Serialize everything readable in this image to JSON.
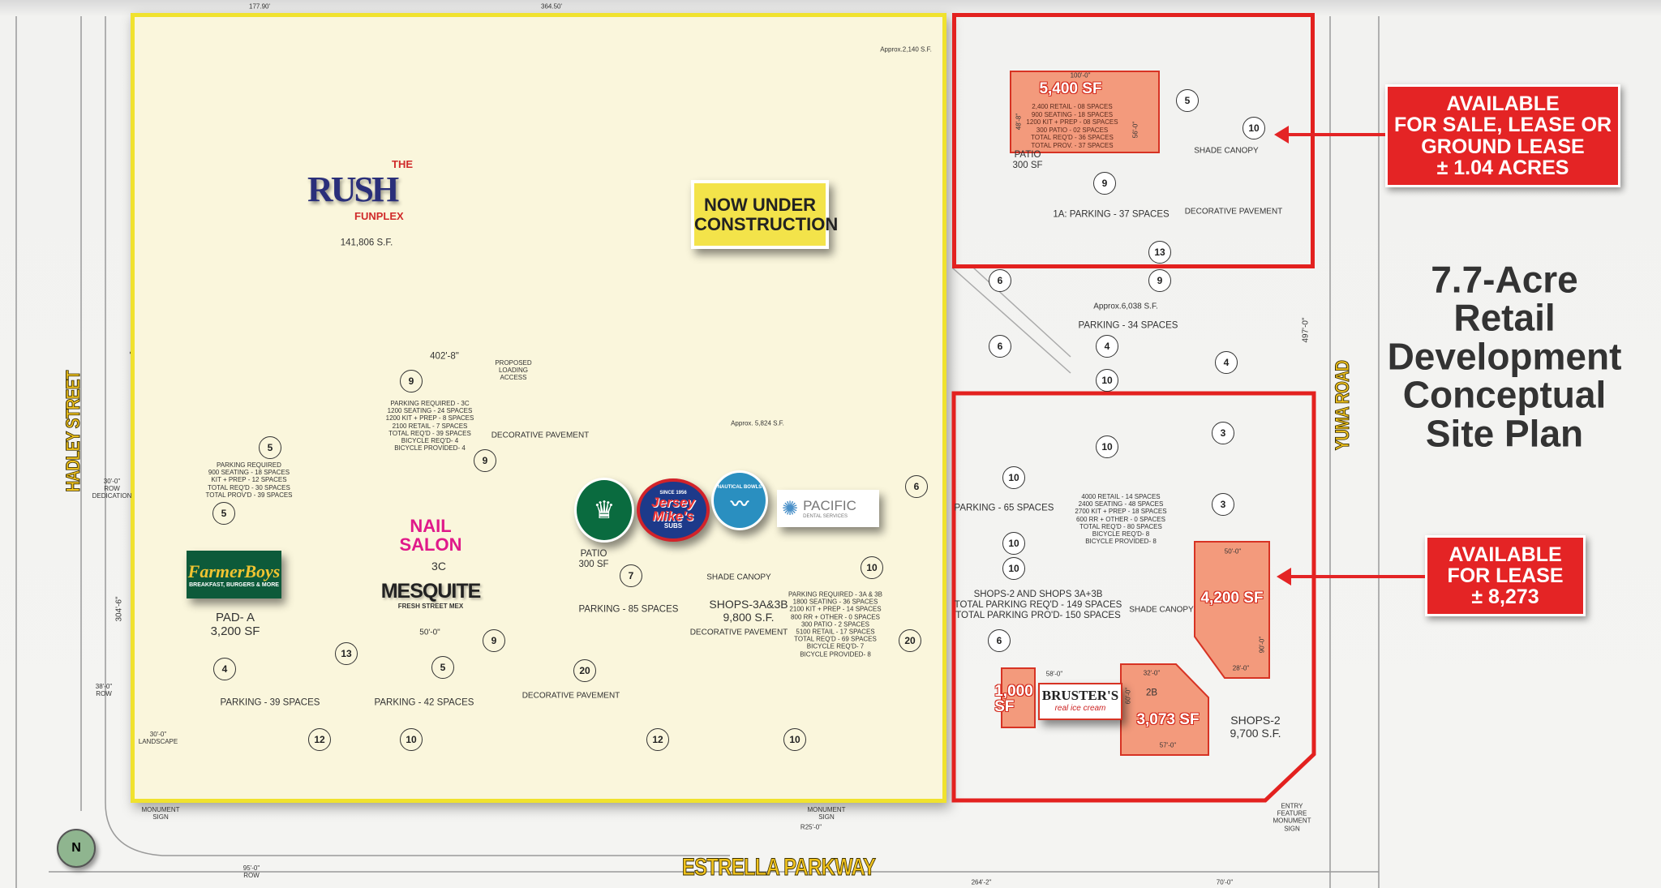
{
  "roads": {
    "hadley": "HADLEY STREET",
    "yuma": "YUMA ROAD",
    "estrella": "ESTRELLA PARKWAY"
  },
  "title": {
    "lines": [
      "7.7-Acre",
      "Retail",
      "Development",
      "Conceptual",
      "Site Plan"
    ]
  },
  "callouts": [
    {
      "lines": [
        "AVAILABLE",
        "FOR SALE, LEASE OR",
        "GROUND LEASE",
        "± 1.04 ACRES"
      ]
    },
    {
      "lines": [
        "AVAILABLE",
        "FOR LEASE",
        "± 8,273"
      ]
    }
  ],
  "banner": {
    "lines": [
      "NOW UNDER",
      "CONSTRUCTION"
    ]
  },
  "colors": {
    "zone_under_construction": "#f0e22e",
    "zone_available": "#e3211f",
    "available_parcel": "#f39a7c",
    "callout": "#e42425"
  },
  "tenants": {
    "rush": {
      "the": "THE",
      "name": "RUSH",
      "sub": "FUNPLEX",
      "area": "141,806 S.F."
    },
    "starbucks": {
      "icon": "starbucks-siren-logo"
    },
    "jersey_mikes": {
      "since": "SINCE 1956",
      "line1": "Jersey",
      "line2": "Mike's",
      "sub": "SUBS"
    },
    "nautical_bowls": {
      "name": "NAUTICAL BOWLS"
    },
    "pacific": {
      "name": "PACIFIC",
      "sub": "DENTAL SERVICES"
    },
    "farmer_boys": {
      "name": "FarmerBoys",
      "sub": "BREAKFAST, BURGERS & MORE"
    },
    "nail_salon": {
      "line1": "NAIL",
      "line2": "SALON"
    },
    "mesquite": {
      "name": "MESQUITE",
      "sub": "FRESH STREET MEX"
    },
    "brusters": {
      "name": "BRUSTER'S",
      "sub": "real ice cream"
    }
  },
  "parcels": {
    "p5400": {
      "area": "5,400 SF",
      "width": "100'-0\"",
      "depth": "56'-0\"",
      "depth2": "48'-8\"",
      "notes": [
        "2,400 RETAIL - 08 SPACES",
        "900 SEATING - 18 SPACES",
        "1200 KIT + PREP - 08 SPACES",
        "300 PATIO - 02 SPACES",
        "TOTAL REQ'D - 36 SPACES",
        "TOTAL PROV. - 37 SPACES"
      ]
    },
    "p4200": {
      "area": "4,200 SF",
      "top": "50'-0\"",
      "side": "90'-0\"",
      "bottom": "28'-0\""
    },
    "p1000": {
      "area_l1": "1,000",
      "area_l2": "SF",
      "dim": "58'-0\""
    },
    "p3073": {
      "area": "3,073 SF",
      "name": "2B",
      "top": "32'-0\"",
      "side": "60'-0\"",
      "bottom": "57'-0\""
    }
  },
  "labels": {
    "pad_a": [
      "PAD- A",
      "3,200 SF"
    ],
    "c3": "3C",
    "c3_dim": "50'-0\"",
    "shops3": [
      "SHOPS-3A&3B",
      "9,800 S.F."
    ],
    "shops2": [
      "SHOPS-2",
      "9,700 S.F."
    ],
    "patio_top": [
      "PATIO",
      "300 SF"
    ],
    "patio_mid": [
      "PATIO",
      "300 SF"
    ],
    "parking_39": "PARKING - 39 SPACES",
    "parking_42": "PARKING - 42 SPACES",
    "parking_85": "PARKING - 85 SPACES",
    "parking_1a": "1A: PARKING - 37 SPACES",
    "parking_34": "PARKING - 34 SPACES",
    "parking_65": "PARKING - 65 SPACES",
    "totals": [
      "SHOPS-2 AND SHOPS 3A+3B",
      "TOTAL PARKING REQ'D - 149 SPACES",
      "TOTAL PARKING PRO'D- 150 SPACES"
    ],
    "notes_shops2": [
      "4000 RETAIL - 14 SPACES",
      "2400 SEATING - 48 SPACES",
      "2700 KIT + PREP - 18 SPACES",
      "600 RR + OTHER - 0 SPACES",
      "TOTAL REQ'D - 80 SPACES",
      "BICYCLE REQ'D- 8",
      "BICYCLE PROVIDED- 8"
    ],
    "notes_3c": [
      "PARKING REQUIRED - 3C",
      "1200 SEATING - 24 SPACES",
      "1200 KIT + PREP - 8 SPACES",
      "2100 RETAIL - 7 SPACES",
      "TOTAL REQ'D - 39 SPACES",
      "BICYCLE REQ'D- 4",
      "BICYCLE PROVIDED- 4"
    ],
    "notes_pad_a": [
      "PARKING REQUIRED",
      "900 SEATING - 18 SPACES",
      "KIT + PREP - 12 SPACES",
      "TOTAL REQ'D - 30 SPACES",
      "TOTAL PROV'D - 39 SPACES"
    ],
    "notes_3a3b": [
      "PARKING REQUIRED - 3A & 3B",
      "1800 SEATING - 36 SPACES",
      "2100 KIT + PREP - 14 SPACES",
      "800 RR + OTHER - 0 SPACES",
      "300 PATIO - 2 SPACES",
      "5100 RETAIL - 17 SPACES",
      "TOTAL REQ'D - 69 SPACES",
      "BICYCLE REQ'D- 7",
      "BICYCLE PROVIDED- 8"
    ],
    "approx_2140": "Approx.2,140 S.F.",
    "approx_5824": "Approx. 5,824 S.F.",
    "approx_6038": "Approx.6,038 S.F.",
    "shade_canopy": "SHADE CANOPY",
    "decorative_pavement": "DECORATIVE PAVEMENT",
    "proposed_loading": [
      "PROPOSED",
      "LOADING",
      "ACCESS"
    ],
    "monument_sign": [
      "MONUMENT",
      "SIGN"
    ],
    "entry_sign": [
      "ENTRY",
      "FEATURE",
      "MONUMENT",
      "SIGN"
    ],
    "frontage": "402'-8\"",
    "row_30": [
      "30'-0\"",
      "ROW",
      "DEDICATION"
    ],
    "row_38": [
      "38'-0\"",
      "ROW"
    ],
    "row_95": [
      "95'-0\"",
      "ROW"
    ],
    "dim_304": "304'-6\"",
    "dim_497": "497'-0\"",
    "landscape_30": [
      "30'-0\"",
      "LANDSCAPE"
    ],
    "r25": "R25'-0\"",
    "dim_264": "264'-2\"",
    "dim_70": "70'-0\"",
    "top_dims": [
      "177.90'",
      "364.50'"
    ],
    "north": "N"
  },
  "stall_counts": [
    5,
    5,
    9,
    9,
    13,
    4,
    5,
    9,
    7,
    10,
    6,
    20,
    20,
    12,
    10,
    12,
    10,
    5,
    10,
    9,
    13,
    6,
    9,
    6,
    4,
    10,
    4,
    10,
    10,
    3,
    3,
    10,
    10,
    6
  ]
}
